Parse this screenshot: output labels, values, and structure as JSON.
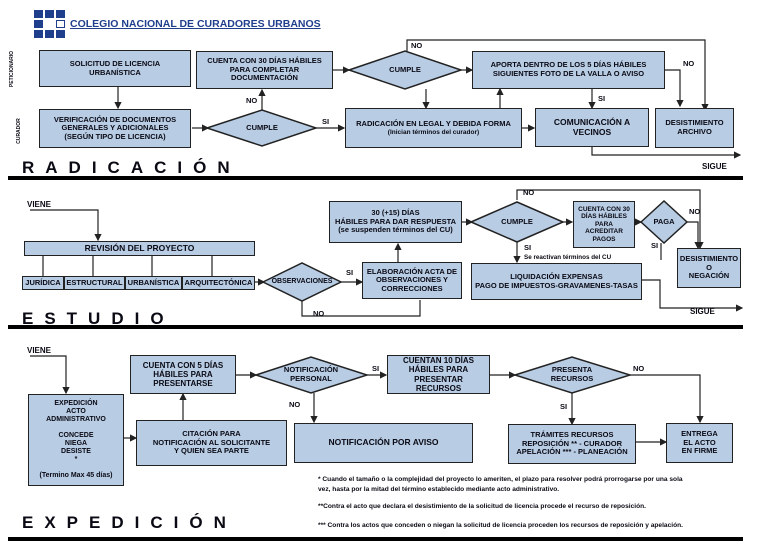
{
  "header": {
    "title": "COLEGIO NACIONAL DE CURADORES URBANOS"
  },
  "side_labels": {
    "peticionario": "PETICIONARIO",
    "curador": "CURADOR"
  },
  "sections": {
    "radicacion": "RADICACIÓN",
    "estudio": "ESTUDIO",
    "expedicion": "EXPEDICIÓN"
  },
  "radicacion": {
    "solicitud": "SOLICITUD DE LICENCIA\nURBANÍSTICA",
    "verificacion": "VERIFICACIÓN DE DOCUMENTOS\nGENERALES Y ADICIONALES\n(SEGÚN TIPO DE LICENCIA)",
    "cumple1": "CUMPLE",
    "cuenta30": "CUENTA CON 30 DÍAS HÁBILES\nPARA COMPLETAR\nDOCUMENTACIÓN",
    "cumple2": "CUMPLE",
    "aporta": "APORTA DENTRO DE LOS 5 DÍAS HÁBILES\nSIGUIENTES FOTO DE LA VALLA O AVISO",
    "radicacion_legal": "RADICACIÓN EN LEGAL Y DEBIDA FORMA",
    "radicacion_legal_sub": "(Inician términos del curador)",
    "comunicacion": "COMUNICACIÓN A\nVECINOS",
    "desistimiento": "DESISTIMIENTO\nARCHIVO",
    "no_a": "NO",
    "no_b": "NO",
    "no_c": "NO",
    "si_a": "SI",
    "si_b": "SI",
    "sigue": "SIGUE"
  },
  "estudio": {
    "viene": "VIENE",
    "revision": "REVISIÓN DEL PROYECTO",
    "juridica": "JURÍDICA",
    "estructural": "ESTRUCTURAL",
    "urbanistica": "URBANÍSTICA",
    "arquitectonica": "ARQUITECTÓNICA",
    "observaciones": "OBSERVACIONES",
    "elaboracion": "ELABORACIÓN ACTA DE\nOBSERVACIONES Y\nCORRECCIONES",
    "dias30": "30 (+15) DÍAS\nHÁBILES PARA DAR RESPUESTA",
    "dias30_sub": "(se suspenden términos del CU)",
    "cumple": "CUMPLE",
    "cuenta30": "CUENTA CON 30\nDÍAS HÁBILES\nPARA\nACREDITAR\nPAGOS",
    "paga": "PAGA",
    "desistimiento": "DESISTIMIENTO\nO\nNEGACIÓN",
    "liquidacion": "LIQUIDACIÓN EXPENSAS\nPAGO DE IMPUESTOS-GRAVAMENES-TASAS",
    "reactivan": "Se reactivan términos del CU",
    "si_a": "SI",
    "si_b": "SI",
    "si_c": "SI",
    "no_a": "NO",
    "no_b": "NO",
    "no_c": "NO",
    "sigue": "SIGUE"
  },
  "expedicion": {
    "viene": "VIENE",
    "expedicion_box": "EXPEDICIÓN\nACTO\nADMINISTRATIVO\n\nCONCEDE\nNIEGA\nDESISTE\n*\n\n(Termino Max 45 días)",
    "cuenta5": "CUENTA CON 5 DÍAS\nHÁBILES PARA\nPRESENTARSE",
    "citacion": "CITACIÓN PARA\nNOTIFICACIÓN AL SOLICITANTE\nY QUIEN SEA PARTE",
    "notificacion_personal": "NOTIFICACIÓN\nPERSONAL",
    "cuentan10": "CUENTAN 10 DÍAS\nHÁBILES PARA\nPRESENTAR RECURSOS",
    "notificacion_aviso": "NOTIFICACIÓN POR AVISO",
    "presenta": "PRESENTA RECURSOS",
    "tramites": "TRÁMITES RECURSOS\nREPOSICIÓN ** - CURADOR\nAPELACIÓN *** - PLANEACIÓN",
    "entrega": "ENTREGA\nEL ACTO\nEN FIRME",
    "si_a": "SI",
    "si_b": "SI",
    "no_a": "NO",
    "no_b": "NO"
  },
  "notes": {
    "n1": "* Cuando el tamaño o la complejidad del proyecto lo ameriten, el plazo para resolver podrá prorrogarse por una sola\nvez, hasta por la mitad del término establecido mediante acto administrativo.",
    "n2": "**Contra el acto que declara el desistimiento de la solicitud de licencia procede el recurso de reposición.",
    "n3": "*** Contra los actos que conceden o niegan la solicitud de licencia proceden los recursos de reposición y apelación."
  },
  "colors": {
    "box_fill": "#b8cce4",
    "logo": "#1f3e8c",
    "band": "#000000"
  }
}
